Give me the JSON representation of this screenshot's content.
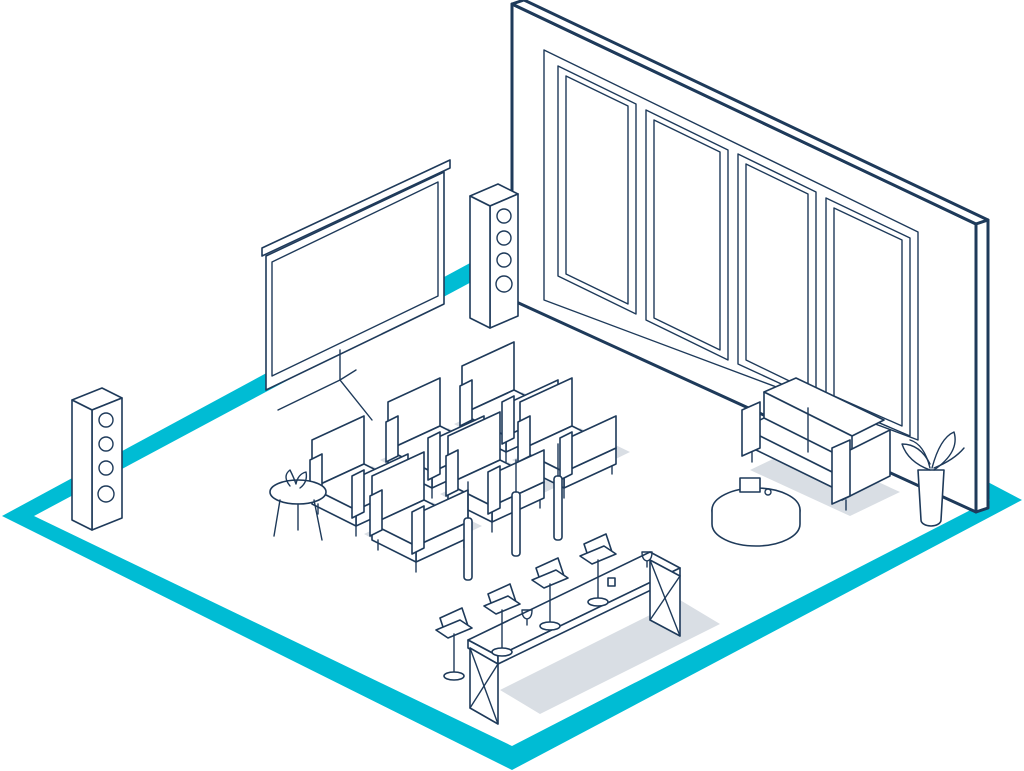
{
  "scene": {
    "kind": "isometric home theater room line illustration",
    "colors": {
      "line": "#1e3a5a",
      "floor_border": "#00bcd4",
      "background": "#ffffff",
      "shadow": "#d9dee4"
    },
    "icons": [
      "projection-screen",
      "floor-speaker-left",
      "floor-speaker-right",
      "window-wall",
      "theater-armchairs",
      "sofa",
      "round-coffee-table",
      "side-table",
      "potted-plant",
      "floor-lamps",
      "bar-counter",
      "bar-stools",
      "wine-glasses"
    ]
  }
}
